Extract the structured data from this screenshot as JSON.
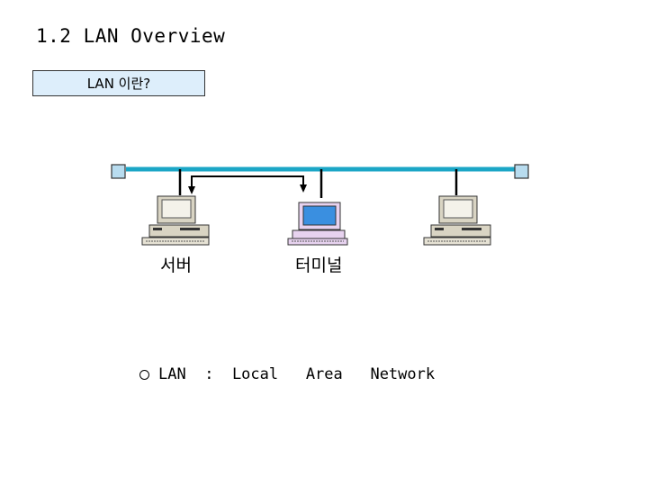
{
  "title": "1.2 LAN Overview",
  "subtitle": "LAN 이란?",
  "nodes": {
    "server_label": "서버",
    "terminal_label": "터미널"
  },
  "definition": {
    "term": "LAN",
    "separator": ":",
    "expansion": "Local   Area   Network"
  },
  "colors": {
    "bus_line": "#1ba6c6",
    "terminator_fill": "#b8dcef",
    "subtitle_box_fill": "#ddeefb",
    "terminal_screen": "#3a8fe0",
    "terminal_body": "#e7d2ef",
    "computer_body": "#d9d4c3"
  }
}
